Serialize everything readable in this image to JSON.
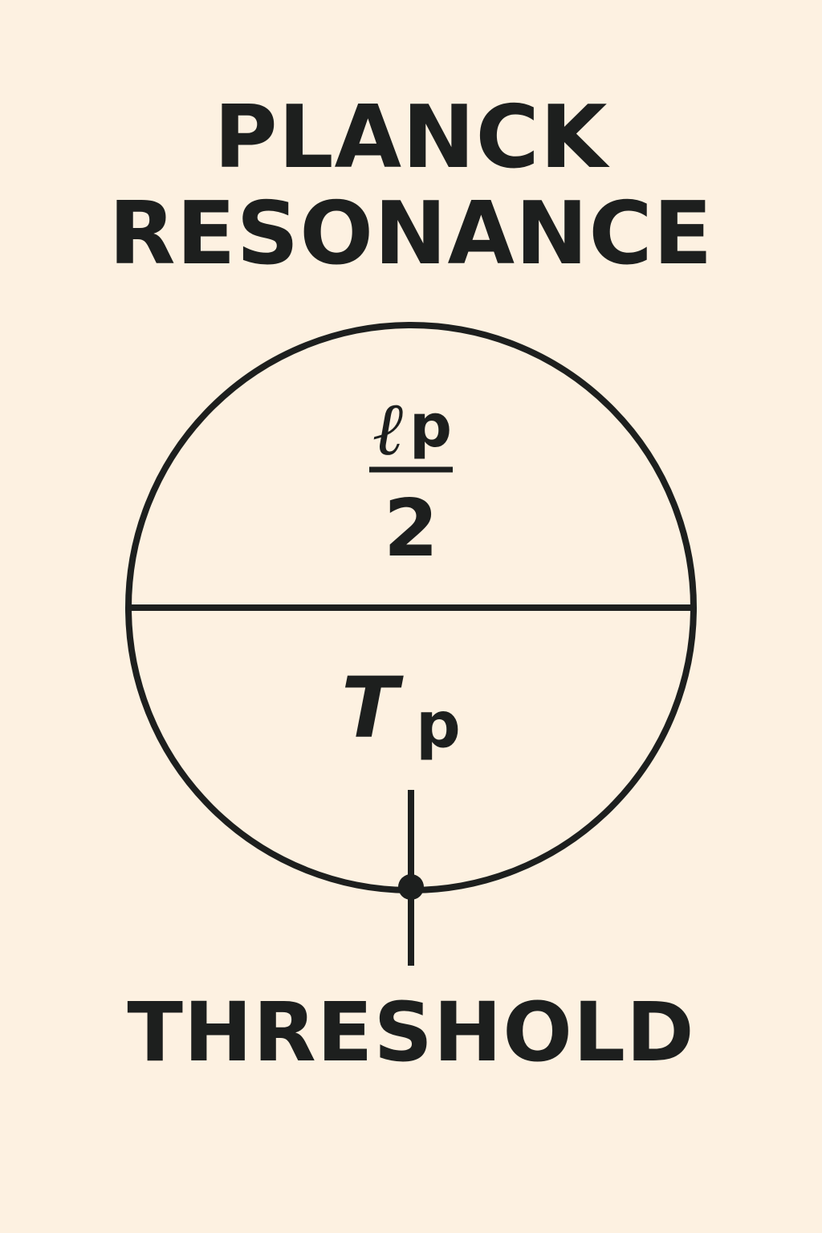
{
  "title": {
    "line1": "PLANCK",
    "line2": "RESONANCE"
  },
  "fraction": {
    "numerator_symbol": "ℓ",
    "numerator_subscript": "p",
    "denominator": "2"
  },
  "lower_term": {
    "symbol": "T",
    "subscript": "p"
  },
  "bottom_label": "THRESHOLD",
  "colors": {
    "background": "#fdf1e1",
    "ink": "#1d1f1e"
  }
}
